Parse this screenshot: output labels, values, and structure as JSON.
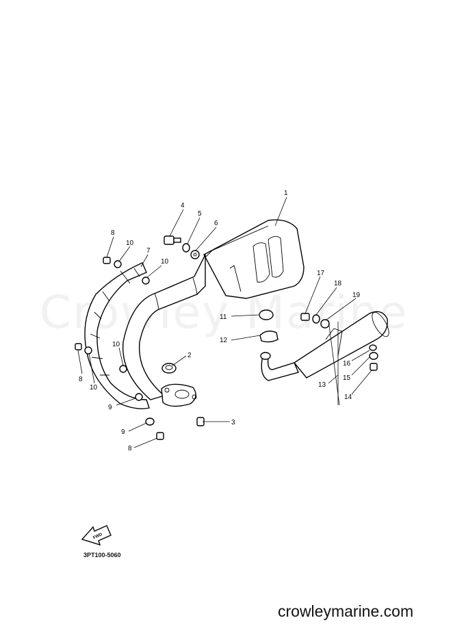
{
  "watermark": "Crowley Marine",
  "drawing_code": "3PT100-5060",
  "site_label": "crowleymarine.com",
  "fwd_label": "FWD",
  "callouts": [
    "1",
    "2",
    "3",
    "4",
    "5",
    "6",
    "7",
    "8",
    "9",
    "10",
    "11",
    "12",
    "13",
    "14",
    "15",
    "16",
    "17",
    "18",
    "19"
  ]
}
